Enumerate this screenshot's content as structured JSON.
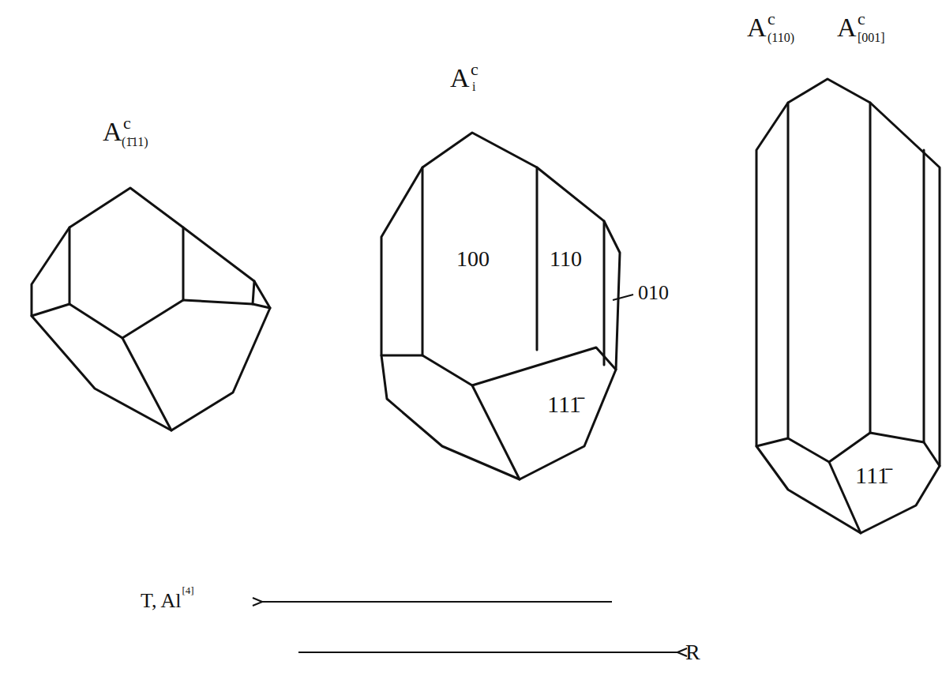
{
  "diagram": {
    "labels": [
      "A",
      "c",
      "(1̄11)",
      "A",
      "c",
      "i",
      "A",
      "c",
      "(110)",
      "A",
      "c",
      "[001]",
      "100",
      "110",
      "010",
      "111̄",
      "111̄",
      "T, Al",
      "[4]",
      "R"
    ]
  }
}
